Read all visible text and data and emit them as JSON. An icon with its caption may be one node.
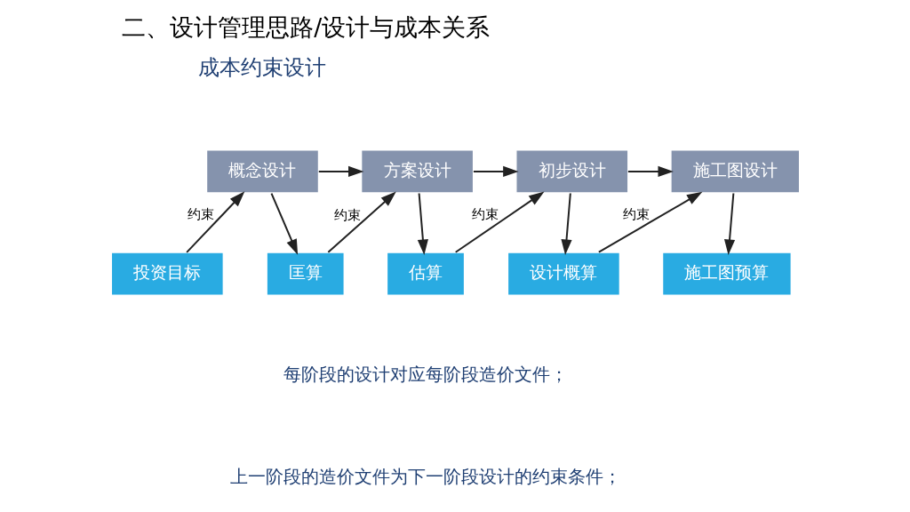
{
  "diagram": {
    "title": "二、设计管理思路/设计与成本关系",
    "nodes": [
      {
        "text": [
          "投资目标"
        ]
      },
      {
        "text": [
          "概念设计"
        ]
      },
      {
        "text": [
          "匡算"
        ]
      },
      {
        "text": [
          "方案设计"
        ]
      },
      {
        "text": [
          "估算"
        ]
      },
      {
        "text": [
          "初步设计"
        ]
      },
      {
        "text": [
          "设计概算"
        ]
      },
      {
        "text": [
          "施工图设计"
        ]
      },
      {
        "text": [
          "施工图预算"
        ]
      }
    ],
    "edges": [
      {
        "from": 0,
        "to": 1,
        "arrow": "to",
        "label": "约束"
      },
      {
        "from": 1,
        "to": 2,
        "arrow": "to"
      },
      {
        "from": 1,
        "to": 3,
        "arrow": "to"
      },
      {
        "from": 2,
        "to": 3,
        "arrow": "to",
        "label": "约束"
      },
      {
        "from": 3,
        "to": 4,
        "arrow": "to"
      },
      {
        "from": 3,
        "to": 5,
        "arrow": "to"
      },
      {
        "from": 4,
        "to": 5,
        "arrow": "to",
        "label": "约束"
      },
      {
        "from": 5,
        "to": 6,
        "arrow": "to"
      },
      {
        "from": 5,
        "to": 7,
        "arrow": "to"
      },
      {
        "from": 6,
        "to": 7,
        "arrow": "to",
        "label": "约束"
      },
      {
        "from": 7,
        "to": 8,
        "arrow": "to"
      }
    ],
    "labels": [
      "成本约束设计",
      "每阶段的设计对应每阶段造价文件；",
      "上一阶段的造价文件为下一阶段设计的约束条件；"
    ]
  }
}
